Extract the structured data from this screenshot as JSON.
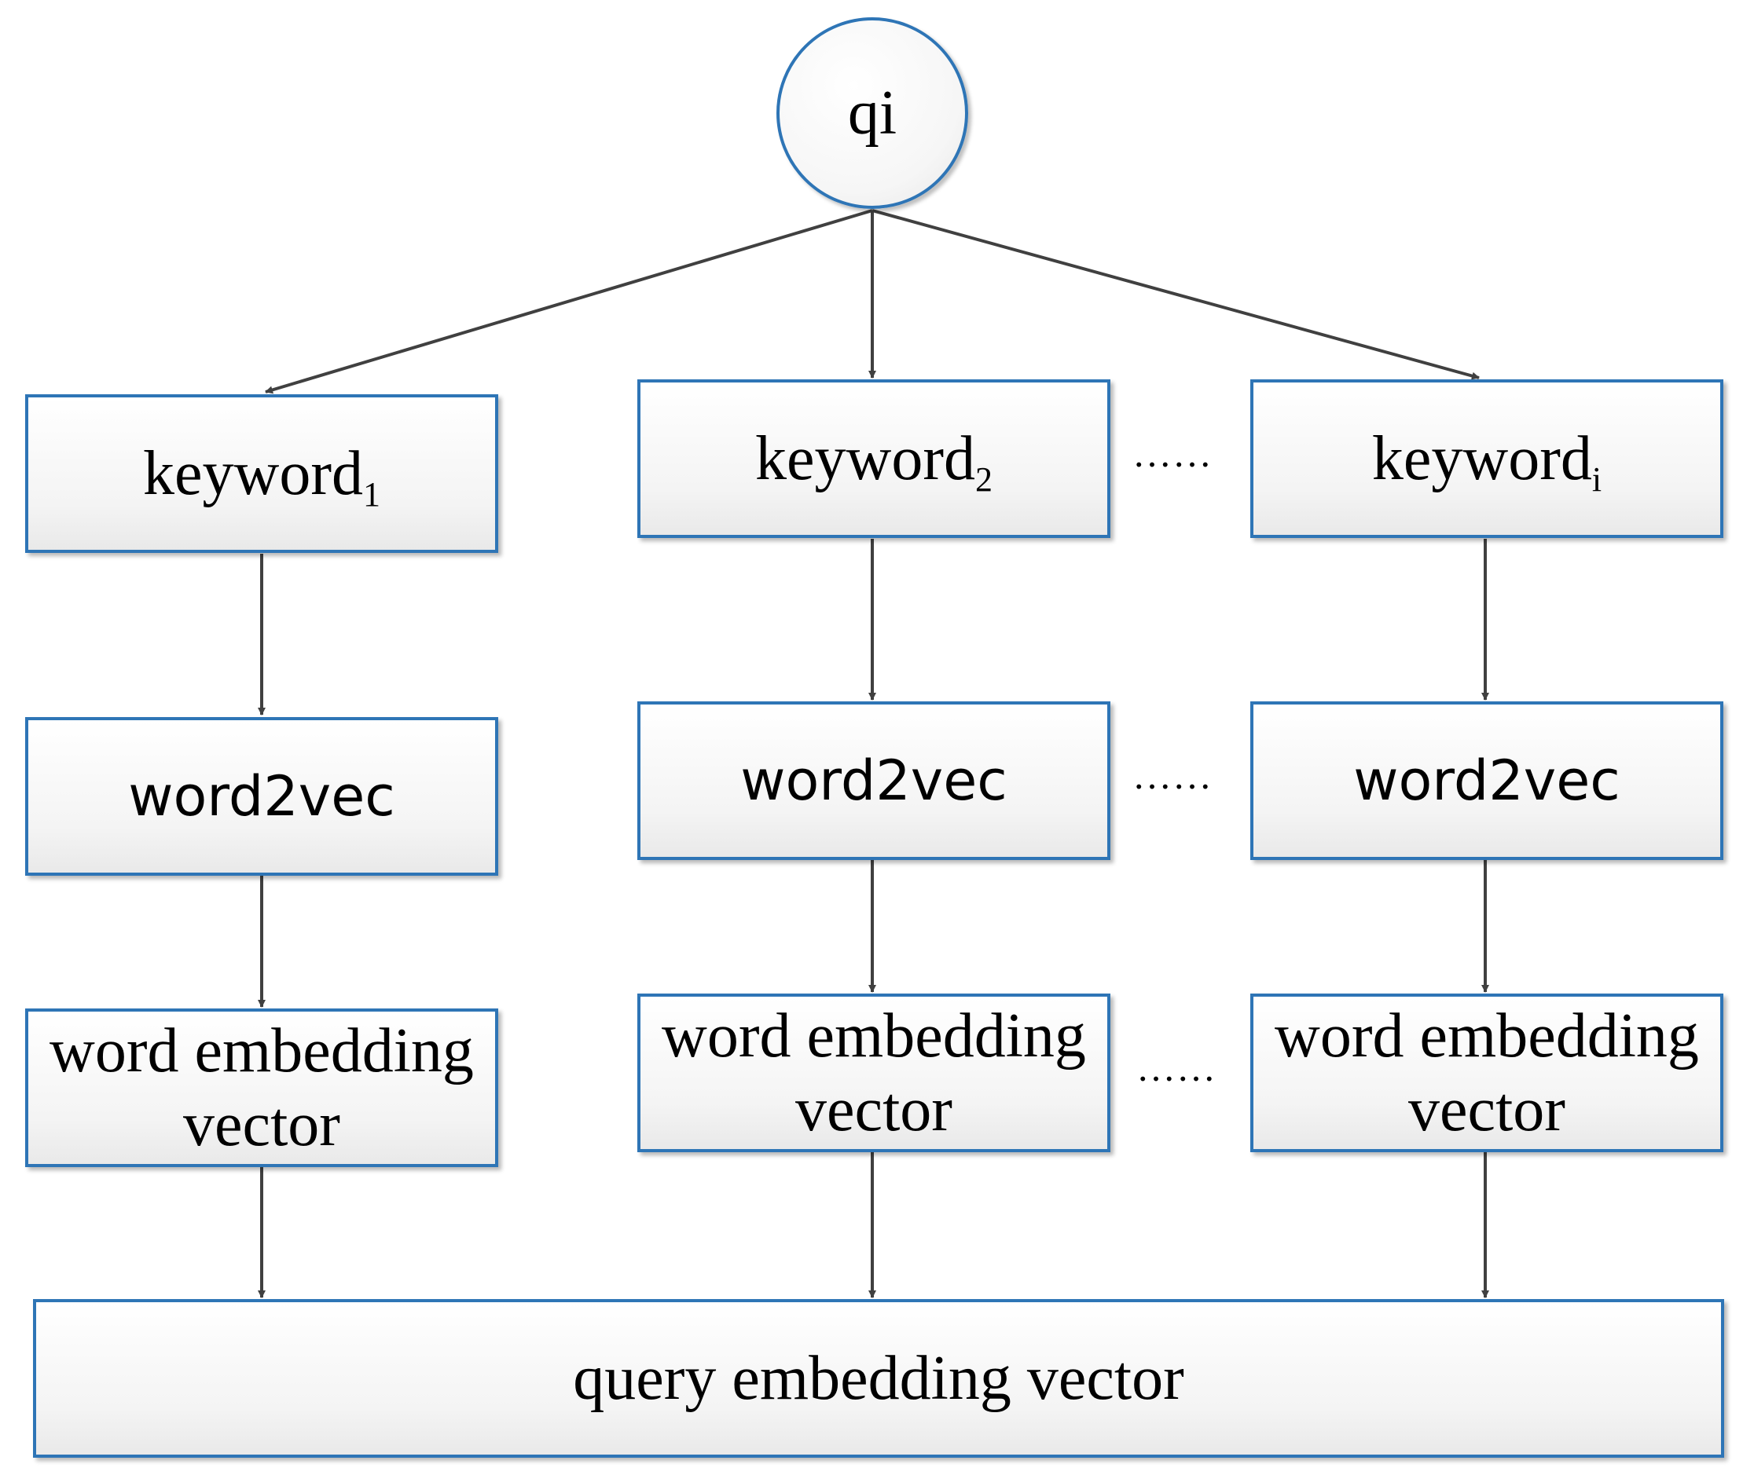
{
  "root": {
    "label": "qi"
  },
  "columns": [
    {
      "keyword": "keyword",
      "keyword_sub": "1",
      "model": "word2vec",
      "vector": "word embedding vector"
    },
    {
      "keyword": "keyword",
      "keyword_sub": "2",
      "model": "word2vec",
      "vector": "word embedding vector"
    },
    {
      "keyword": "keyword",
      "keyword_sub": "i",
      "model": "word2vec",
      "vector": "word embedding vector"
    }
  ],
  "ellipsis": "……",
  "output": {
    "label": "query embedding vector"
  },
  "colors": {
    "border": "#2e75b6",
    "arrow": "#404040"
  }
}
